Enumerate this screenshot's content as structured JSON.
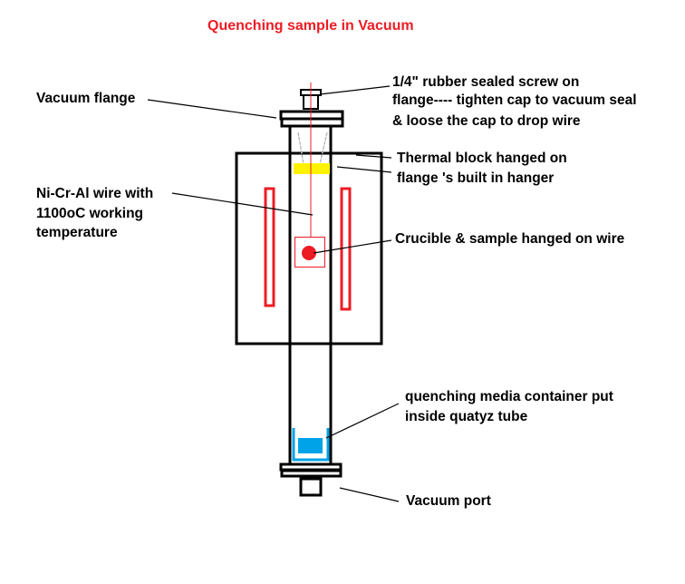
{
  "title": "Quenching sample in Vacuum",
  "colors": {
    "title": "#ed1c24",
    "heater": "#ed1c24",
    "wire": "#ed1c24",
    "thermal_block": "#fff200",
    "quench_media": "#00a2e8"
  },
  "labels": {
    "vacuum_flange": "Vacuum flange",
    "screw": [
      "1/4\" rubber sealed screw on",
      "flange---- tighten cap to vacuum seal",
      "& loose the cap to drop wire"
    ],
    "thermal_block": [
      "Thermal block hanged on",
      "flange 's built in hanger"
    ],
    "wire": [
      "Ni-Cr-Al wire with",
      "1100oC working",
      "temperature"
    ],
    "crucible": "Crucible & sample hanged on wire",
    "container": [
      "quenching media container put",
      "inside quatyz tube"
    ],
    "vacuum_port": "Vacuum port"
  }
}
